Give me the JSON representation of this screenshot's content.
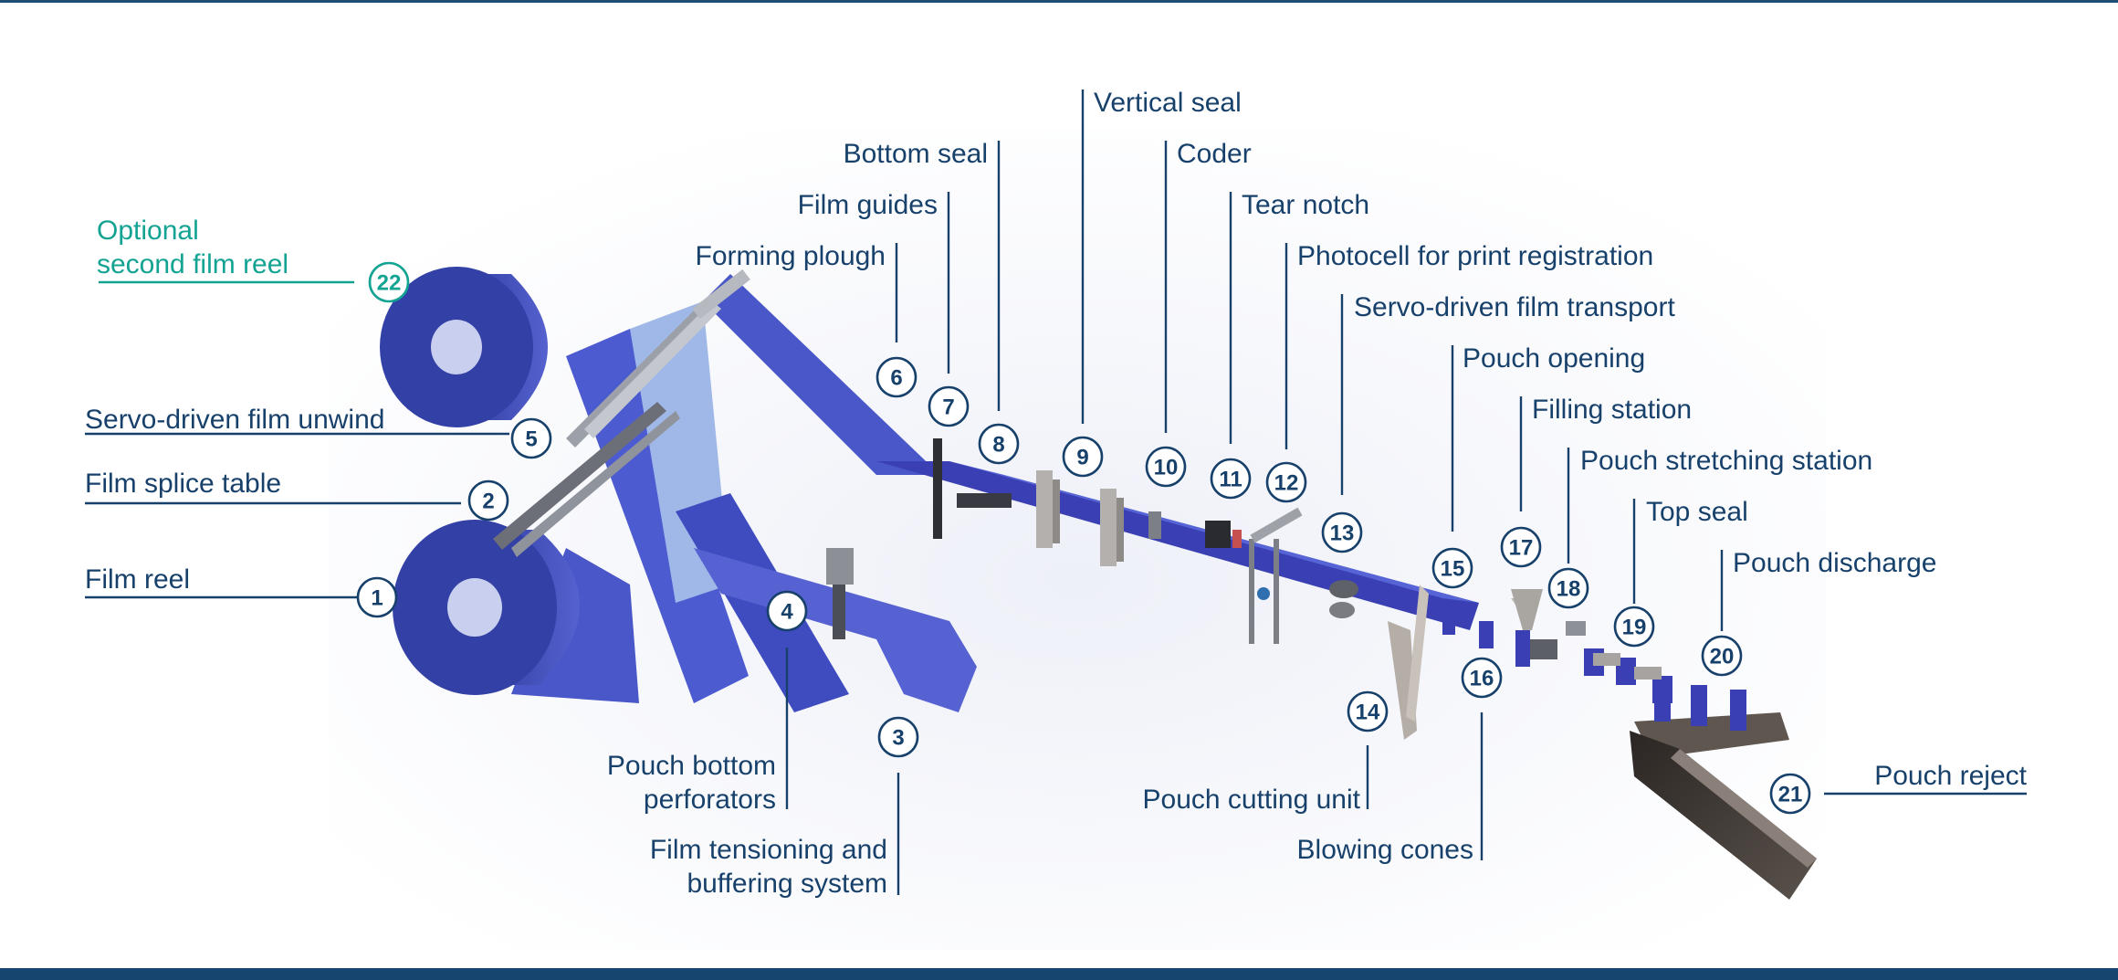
{
  "colors": {
    "navy": "#17416b",
    "teal": "#13a393",
    "film": "#4a57c8",
    "reel": "#3b48b3"
  },
  "labels": {
    "l1": "Film reel",
    "l2": "Film splice table",
    "l3a": "Film tensioning and",
    "l3b": "buffering system",
    "l4a": "Pouch bottom",
    "l4b": "perforators",
    "l5": "Servo-driven film unwind",
    "l6": "Forming plough",
    "l7": "Film guides",
    "l8": "Bottom seal",
    "l9": "Vertical seal",
    "l10": "Coder",
    "l11": "Tear notch",
    "l12": "Photocell for print registration",
    "l13": "Servo-driven film transport",
    "l14": "Pouch cutting unit",
    "l15": "Pouch opening",
    "l16": "Blowing cones",
    "l17": "Filling station",
    "l18": "Pouch stretching station",
    "l19": "Top seal",
    "l20": "Pouch discharge",
    "l21": "Pouch reject",
    "l22a": "Optional",
    "l22b": "second film reel"
  },
  "numbers": {
    "n1": "1",
    "n2": "2",
    "n3": "3",
    "n4": "4",
    "n5": "5",
    "n6": "6",
    "n7": "7",
    "n8": "8",
    "n9": "9",
    "n10": "10",
    "n11": "11",
    "n12": "12",
    "n13": "13",
    "n14": "14",
    "n15": "15",
    "n16": "16",
    "n17": "17",
    "n18": "18",
    "n19": "19",
    "n20": "20",
    "n21": "21",
    "n22": "22"
  }
}
